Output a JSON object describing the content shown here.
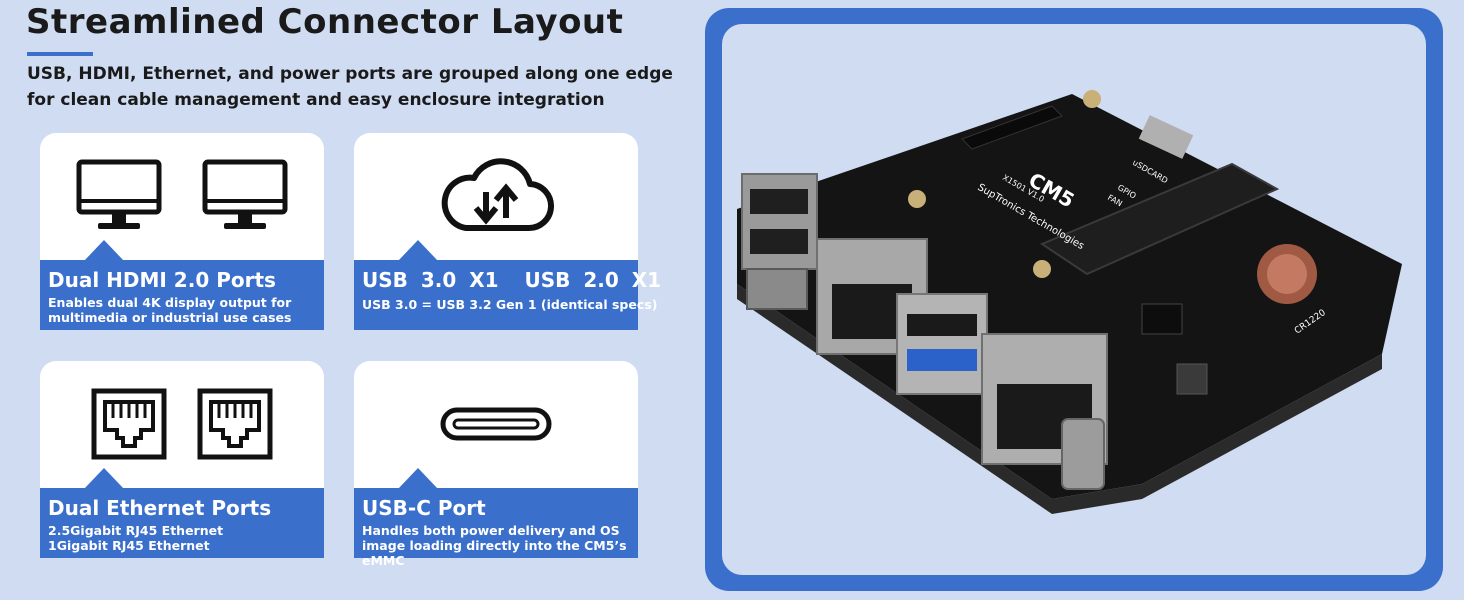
{
  "header": {
    "title": "Streamlined Connector Layout",
    "subtitle": "USB, HDMI, Ethernet, and power ports are grouped along one edge for clean cable management and easy enclosure integration"
  },
  "cards": {
    "hdmi": {
      "title": "Dual HDMI 2.0 Ports",
      "description": "Enables dual 4K display output for multimedia or industrial use cases",
      "icon": "monitor-icon"
    },
    "usb": {
      "title": "USB 3.0 X1  USB 2.0 X1",
      "description": "USB 3.0 = USB 3.2 Gen 1 (identical specs)",
      "icon": "cloud-transfer-icon"
    },
    "ethernet": {
      "title": "Dual Ethernet Ports",
      "description_line1": "2.5Gigabit RJ45 Ethernet",
      "description_line2": "1Gigabit RJ45 Ethernet",
      "icon": "ethernet-port-icon"
    },
    "usbc": {
      "title": "USB-C Port",
      "description": "Handles both power delivery and OS image loading directly into the CM5’s eMMC",
      "icon": "usb-c-port-icon"
    }
  },
  "board": {
    "labels": {
      "module": "CM5",
      "maker": "SupTronics Technologies",
      "model": "X1501 V1.0",
      "battery": "CR1220",
      "sdcard": "uSDCARD",
      "gpio": "GPIO",
      "fan": "FAN"
    }
  },
  "colors": {
    "accent": "#3a6fcc",
    "background": "#cfdcf2",
    "card": "#ffffff",
    "text": "#1a1a1a"
  }
}
